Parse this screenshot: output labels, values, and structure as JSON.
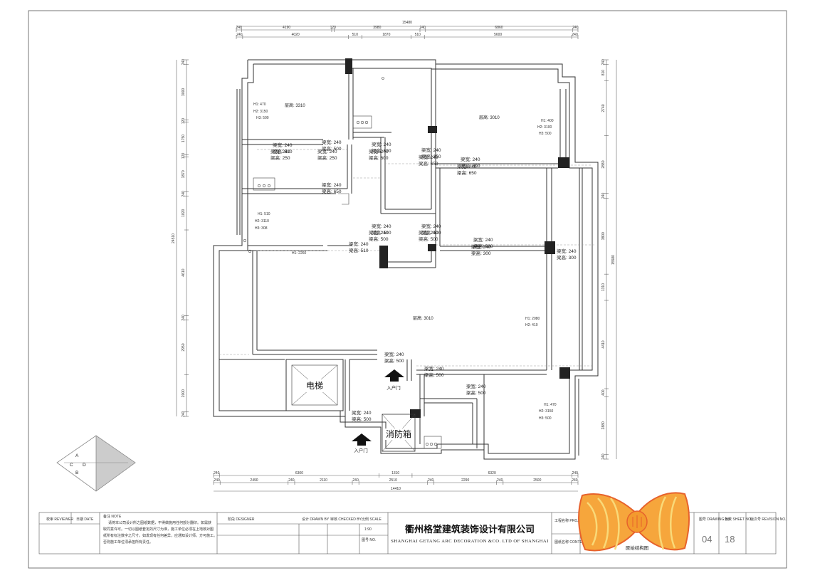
{
  "dims": {
    "top_total": "15480",
    "top_row1": [
      "240",
      "4190",
      "120",
      "3980",
      "240",
      "6860",
      "240"
    ],
    "top_row2": [
      "240",
      "4020",
      "510",
      "1870",
      "510",
      "5600",
      "240"
    ],
    "bottom_row1": [
      "240",
      "6300",
      "1310",
      "6320",
      "240"
    ],
    "bottom_row2": [
      "240",
      "2490",
      "240",
      "2110",
      "240",
      "2510",
      "240",
      "2290",
      "240",
      "2500",
      "240"
    ],
    "bottom_total": "14410",
    "left_total": "24510",
    "left": [
      "240",
      "3000",
      "120",
      "1750",
      "120",
      "1870",
      "240",
      "1820",
      "4610",
      "240",
      "2950",
      "2000",
      "240"
    ],
    "right_total": "15580",
    "right": [
      "240",
      "810",
      "2740",
      "2880",
      "240",
      "3800",
      "1310",
      "4410",
      "400",
      "2880",
      "240"
    ]
  },
  "rooms": {
    "r1": [
      "层高: 3310",
      "H1: 470",
      "H2: 3150",
      "H3: 500"
    ],
    "r2": [
      "层高: 3010",
      "H1: 400",
      "H2: 3100",
      "H3: 500"
    ],
    "r3": [
      "H1: 510",
      "H2: 3110",
      "H3: 308"
    ],
    "r4": [
      "层高: 3010",
      "H1: 2080",
      "H2: 410"
    ],
    "r5": [
      "H1: 470",
      "H2: 3150",
      "H3: 500"
    ],
    "h1_line": "H1: 2260"
  },
  "beams": [
    [
      "梁宽: 240",
      "梁高: 510"
    ],
    [
      "梁宽: 240",
      "梁高: 500"
    ],
    [
      "梁宽: 240",
      "梁高: 250"
    ],
    [
      "梁宽: 240",
      "梁高: 250"
    ],
    [
      "梁宽: 240",
      "梁高: 600"
    ],
    [
      "梁宽: 240",
      "梁高: 250"
    ],
    [
      "梁宽: 240",
      "梁高: 600"
    ],
    [
      "梁宽: 240",
      "梁高: 650"
    ],
    [
      "梁宽: 240",
      "梁高: 300"
    ],
    [
      "梁宽: 240",
      "梁高: 650"
    ],
    [
      "梁宽: 240",
      "梁高: 650"
    ],
    [
      "梁宽: 240",
      "梁高: 500"
    ],
    [
      "梁宽: 240",
      "梁高: 500"
    ],
    [
      "梁宽: 240",
      "梁高: 500"
    ],
    [
      "梁宽: 240",
      "梁高: 500"
    ],
    [
      "梁宽: 240",
      "梁高: 500"
    ],
    [
      "梁宽: 240",
      "梁高: 300"
    ]
  ],
  "labels": {
    "elevator": "电梯",
    "fire_box": "消防箱",
    "entrance": "入户门"
  },
  "compass_letters": [
    "A",
    "C",
    "B",
    "D"
  ],
  "title_block": {
    "company_cn": "衢州格堂建筑装饰设计有限公司",
    "company_en": "SHANGHAI GETANG ARC DECORATION  &CO. LTD OF SHANGHAI",
    "drawing_name": "原始结构图",
    "sheet_no": "04",
    "total_sheets": "18",
    "notes_title": "备注 NOTE",
    "notes": [
      "请将本公司设计所之图纸数据，不得做施用任何部分翻印。如需获",
      "取同意许可。一切以图纸套定的尺寸为准，施工单位必须在上地核对图",
      "纸所有标注数字之尺寸。如发现有任何差异，应通知设计师。方可施工。",
      "否则施工单位须承担所有责任。"
    ],
    "small_fields": [
      "校审 REVIEWER",
      "日期 DATE",
      "阶段 DESIGNER",
      "设计 DRAWN BY",
      "审核 CHECKED BY",
      "比例 SCALE",
      "1:90",
      "图号 NO.",
      "工程名称 PROJECT",
      "图纸名称 CONTENT",
      "图号 DRAWING No.",
      "张数 SHEET NO.",
      "版次号 REVISION NO."
    ]
  },
  "colors": {
    "wall": "#333333",
    "column": "#222222",
    "bow_primary": "#f6a63c",
    "bow_stripe": "#f9d978",
    "bow_edge": "#e7622c"
  }
}
